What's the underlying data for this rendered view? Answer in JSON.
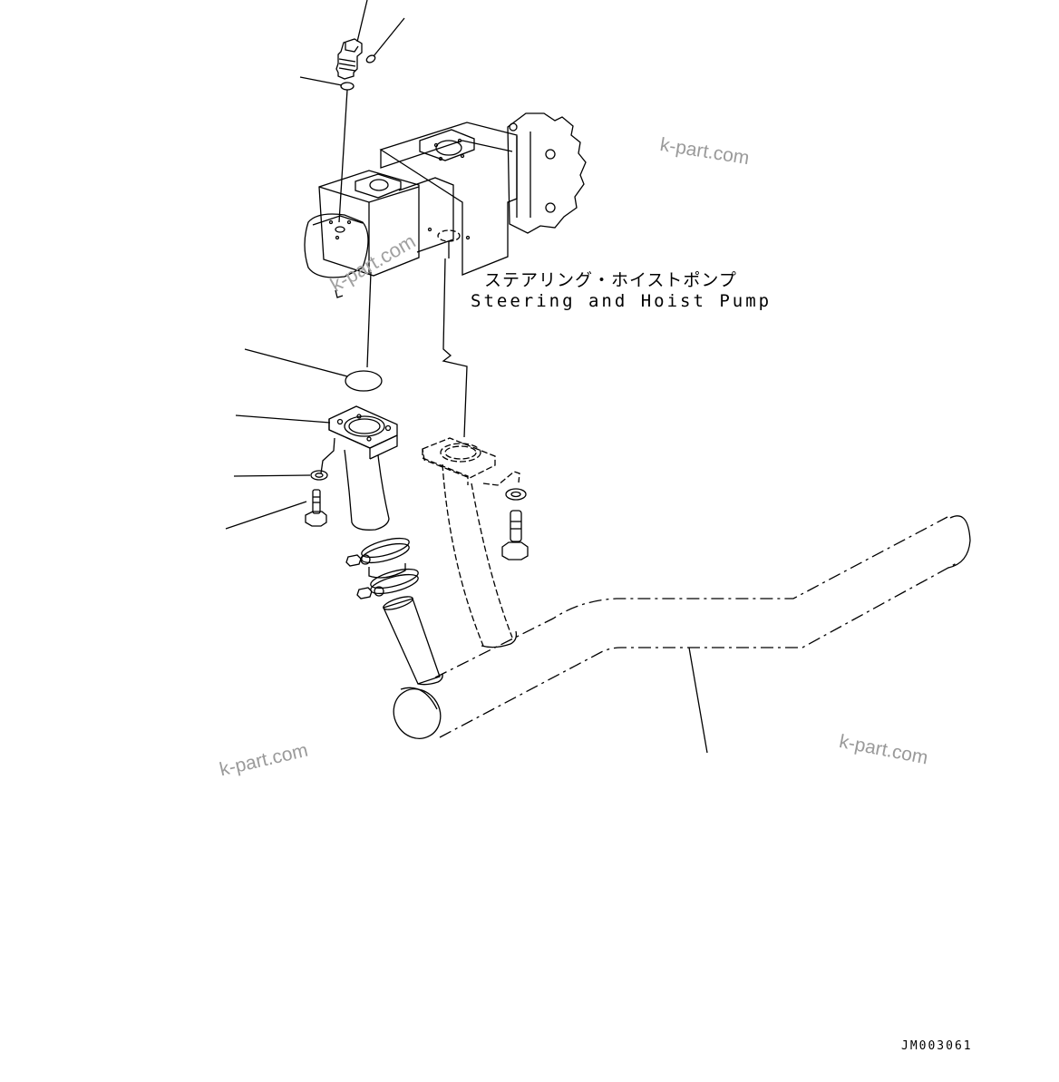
{
  "diagram": {
    "title_ja": "ステアリング・ホイストポンプ",
    "title_en": "Steering and Hoist Pump",
    "drawing_id": "JM003061",
    "watermarks": [
      "k-part.com",
      "k-part.com",
      "k-part.com",
      "k-part.com"
    ],
    "components": [
      {
        "name": "elbow-fitting",
        "callout": true
      },
      {
        "name": "o-ring-small-elbow",
        "callout": true
      },
      {
        "name": "o-ring-elbow-base",
        "callout": true
      },
      {
        "name": "steering-and-hoist-pump",
        "callout": false
      },
      {
        "name": "o-ring-flange",
        "callout": true
      },
      {
        "name": "flange-tube",
        "callout": true
      },
      {
        "name": "washer",
        "callout": true
      },
      {
        "name": "bolt",
        "callout": true
      },
      {
        "name": "hose-clamps",
        "callout": false
      },
      {
        "name": "suction-tube",
        "callout": true
      }
    ],
    "colors": {
      "line": "#000000",
      "background": "#ffffff",
      "watermark": "#9a9a9a"
    }
  }
}
